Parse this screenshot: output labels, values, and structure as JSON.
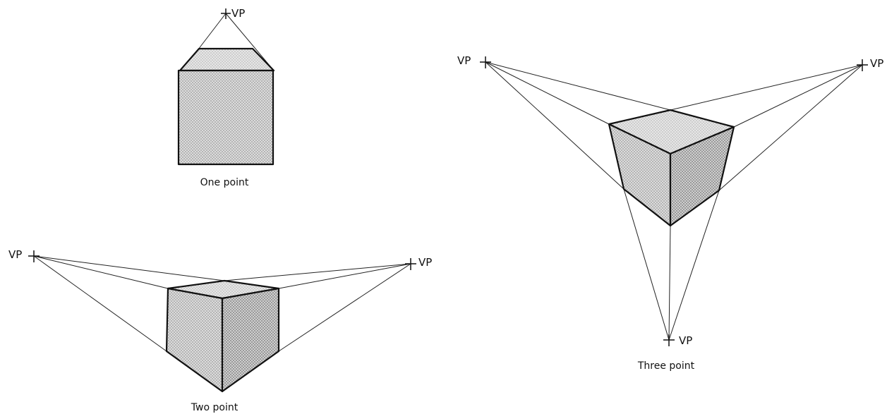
{
  "vp_label": "VP",
  "captions": {
    "one_point": "One point",
    "two_point": "Two point",
    "three_point": "Three point"
  },
  "colors": {
    "line": "#111111",
    "face_fill": "#d6d6d6",
    "face_dot": "#9a9a9a",
    "background": "#ffffff"
  }
}
